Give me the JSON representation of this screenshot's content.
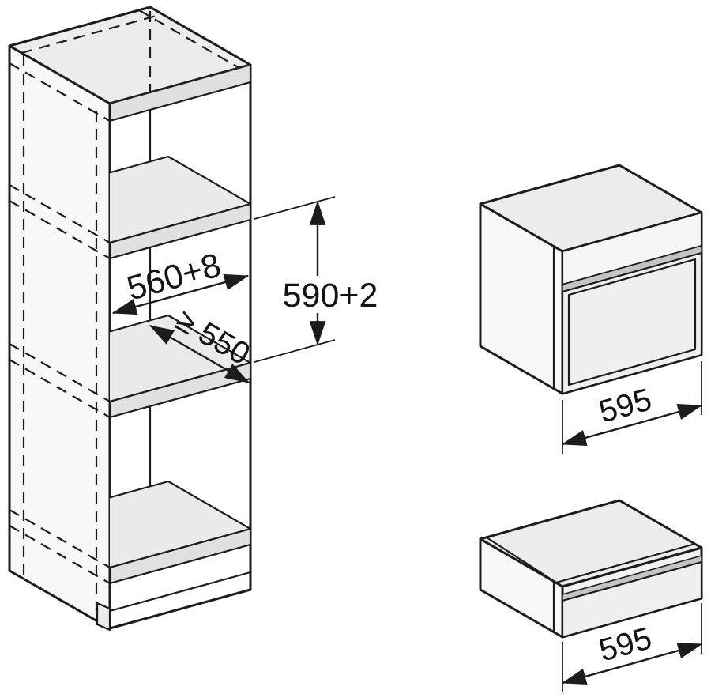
{
  "colors": {
    "line": "#1c1c1c",
    "face_top": "#ececec",
    "face_side": "#f8f8f8",
    "face_front": "#f2f2f2",
    "shelf": "#eaeaea",
    "board_edge": "#e0e0e0",
    "groove": "#c4c4c4",
    "background": "#ffffff"
  },
  "diagram": {
    "cabinet": {
      "dim_width": "560+8",
      "dim_depth": "≥ 550",
      "dim_height": "590+2"
    },
    "oven": {
      "dim_width": "595"
    },
    "drawer": {
      "dim_width": "595"
    }
  }
}
